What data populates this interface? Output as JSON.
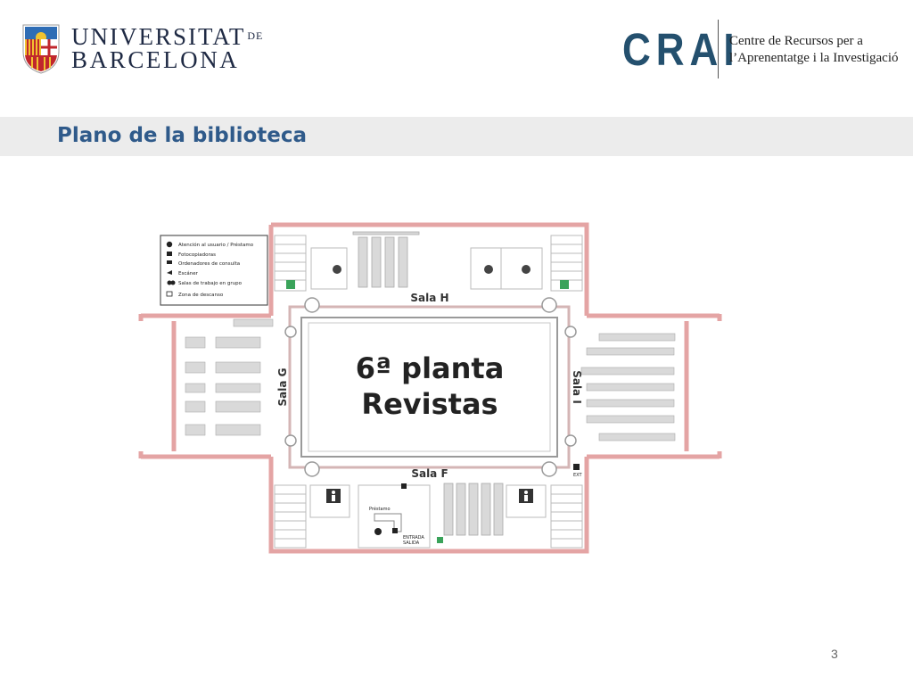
{
  "header": {
    "university_line1": "UNIVERSITAT",
    "university_de": "DE",
    "university_line2": "BARCELONA",
    "crai_mark": "CRAI",
    "crai_line1": "Centre de Recursos per a",
    "crai_line2": "l’Aprenentatge i la Investigació"
  },
  "title": "Plano de la biblioteca",
  "floorplan": {
    "label_line1": "6ª planta",
    "label_line2": "Revistas",
    "rooms": {
      "sala_h": "Sala H",
      "sala_g": "Sala G",
      "sala_i": "Sala I",
      "sala_f": "Sala F"
    },
    "legend": [
      {
        "icon": "info-icon",
        "label": "Atención al usuario / Préstamo"
      },
      {
        "icon": "copier-icon",
        "label": "Fotocopiadoras"
      },
      {
        "icon": "computer-icon",
        "label": "Ordenadores de consulta"
      },
      {
        "icon": "scanner-icon",
        "label": "Escáner"
      },
      {
        "icon": "group-room-icon",
        "label": "Salas de trabajo en grupo"
      },
      {
        "icon": "rest-icon",
        "label": "Zona de descanso"
      }
    ],
    "small_labels": {
      "prestamo": "Préstamo",
      "entrada": "ENTRADA",
      "salida": "SALIDA",
      "ext": "EXT"
    }
  },
  "page_number": "3",
  "colors": {
    "wall": "#e4a4a4",
    "wall_fill": "#f6dede",
    "accent": "#2f5a8a",
    "crai": "#24506e"
  }
}
